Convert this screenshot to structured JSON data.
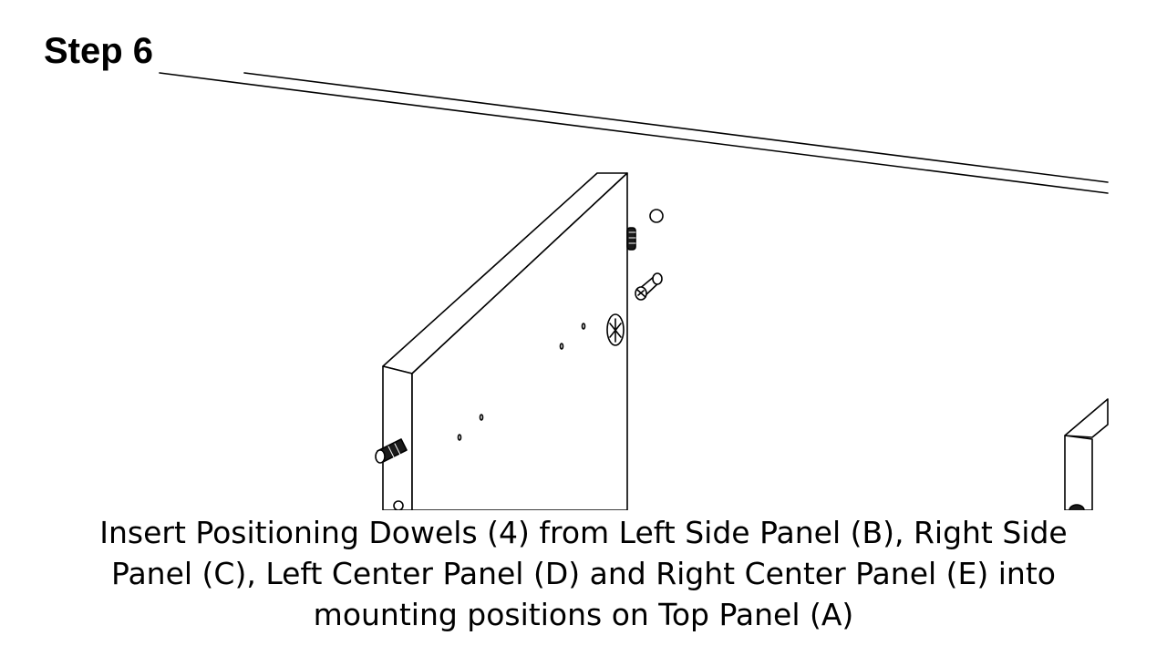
{
  "step": {
    "title": "Step 6"
  },
  "instruction": {
    "lines": [
      "Insert Positioning Dowels (4) from Left Side Panel (B), Right Side",
      "Panel (C), Left Center Panel (D) and Right Center Panel (E) into",
      "mounting positions on Top Panel (A)"
    ]
  },
  "icons": {
    "dowel": "dowel-icon",
    "cam_lock": "cam-lock-icon",
    "hole": "hole-icon"
  },
  "colors": {
    "ink": "#000000",
    "paper": "#ffffff"
  }
}
